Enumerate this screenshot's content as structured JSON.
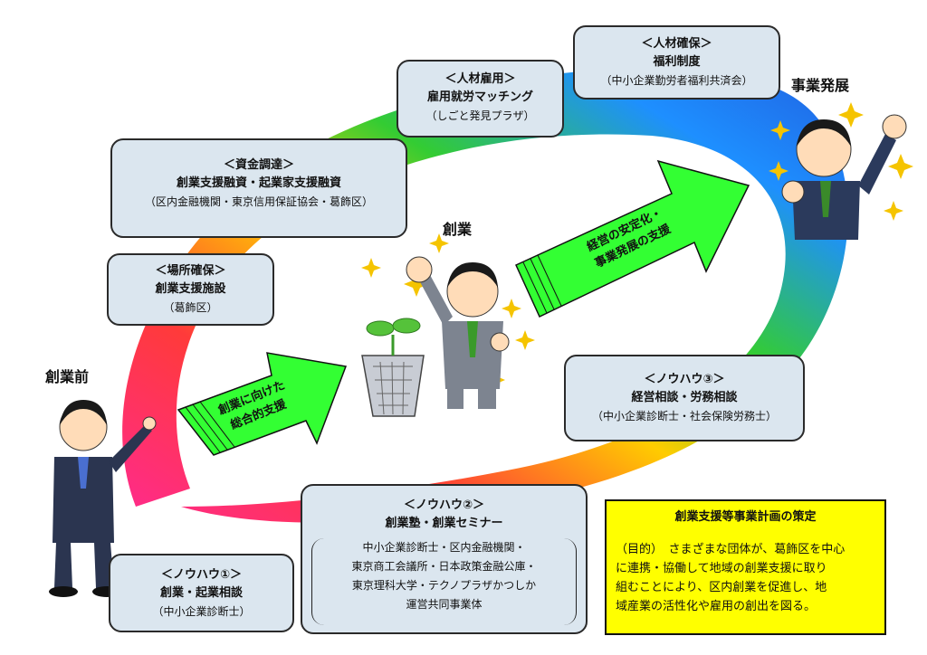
{
  "stages": {
    "before": "創業前",
    "founding": "創業",
    "development": "事業発展"
  },
  "arrows": {
    "arrow1": [
      "創業に向けた",
      "総合的支援"
    ],
    "arrow2": [
      "経営の安定化・",
      "事業発展の支援"
    ]
  },
  "boxes": {
    "knowhow1": {
      "category": "＜ノウハウ①＞",
      "title": "創業・起業相談",
      "provider": "（中小企業診断士）"
    },
    "location": {
      "category": "＜場所確保＞",
      "title": "創業支援施設",
      "provider": "（葛飾区）"
    },
    "funding": {
      "category": "＜資金調達＞",
      "title": "創業支援融資・起業家支援融資",
      "provider": "（区内金融機関・東京信用保証協会・葛飾区）"
    },
    "hiring": {
      "category": "＜人材雇用＞",
      "title": "雇用就労マッチング",
      "provider": "（しごと発見プラザ）"
    },
    "welfare": {
      "category": "＜人材確保＞",
      "title": "福利制度",
      "provider": "（中小企業勤労者福利共済会）"
    },
    "knowhow3": {
      "category": "＜ノウハウ③＞",
      "title": "経営相談・労務相談",
      "provider": "（中小企業診断士・社会保険労務士）"
    },
    "knowhow2": {
      "category": "＜ノウハウ②＞",
      "title": "創業塾・創業セミナー",
      "lines": [
        "中小企業診断士・区内金融機関・",
        "東京商工会議所・日本政策金融公庫・",
        "東京理科大学・テクノプラザかつしか",
        "運営共同事業体"
      ]
    }
  },
  "plan": {
    "title": "創業支援等事業計画の策定",
    "lines": [
      "（目的）　さまざまな団体が、葛飾区を中心",
      "に連携・協働して地域の創業支援に取り",
      "組むことにより、区内創業を促進し、地",
      "域産業の活性化や雇用の創出を図る。"
    ]
  },
  "colors": {
    "box_fill": "#dbe6ef",
    "arrow_fill": "#33ff33",
    "plan_fill": "#ffff00",
    "ring": [
      "#ff2a8f",
      "#ff3a3a",
      "#ffcc00",
      "#33cc33",
      "#1e8fff",
      "#2060e0"
    ]
  },
  "icons": [
    "businessman-pointing-icon",
    "businessman-fist-pump-icon",
    "businessman-cheering-icon",
    "seedling-pot-icon",
    "sparkle-icon"
  ]
}
